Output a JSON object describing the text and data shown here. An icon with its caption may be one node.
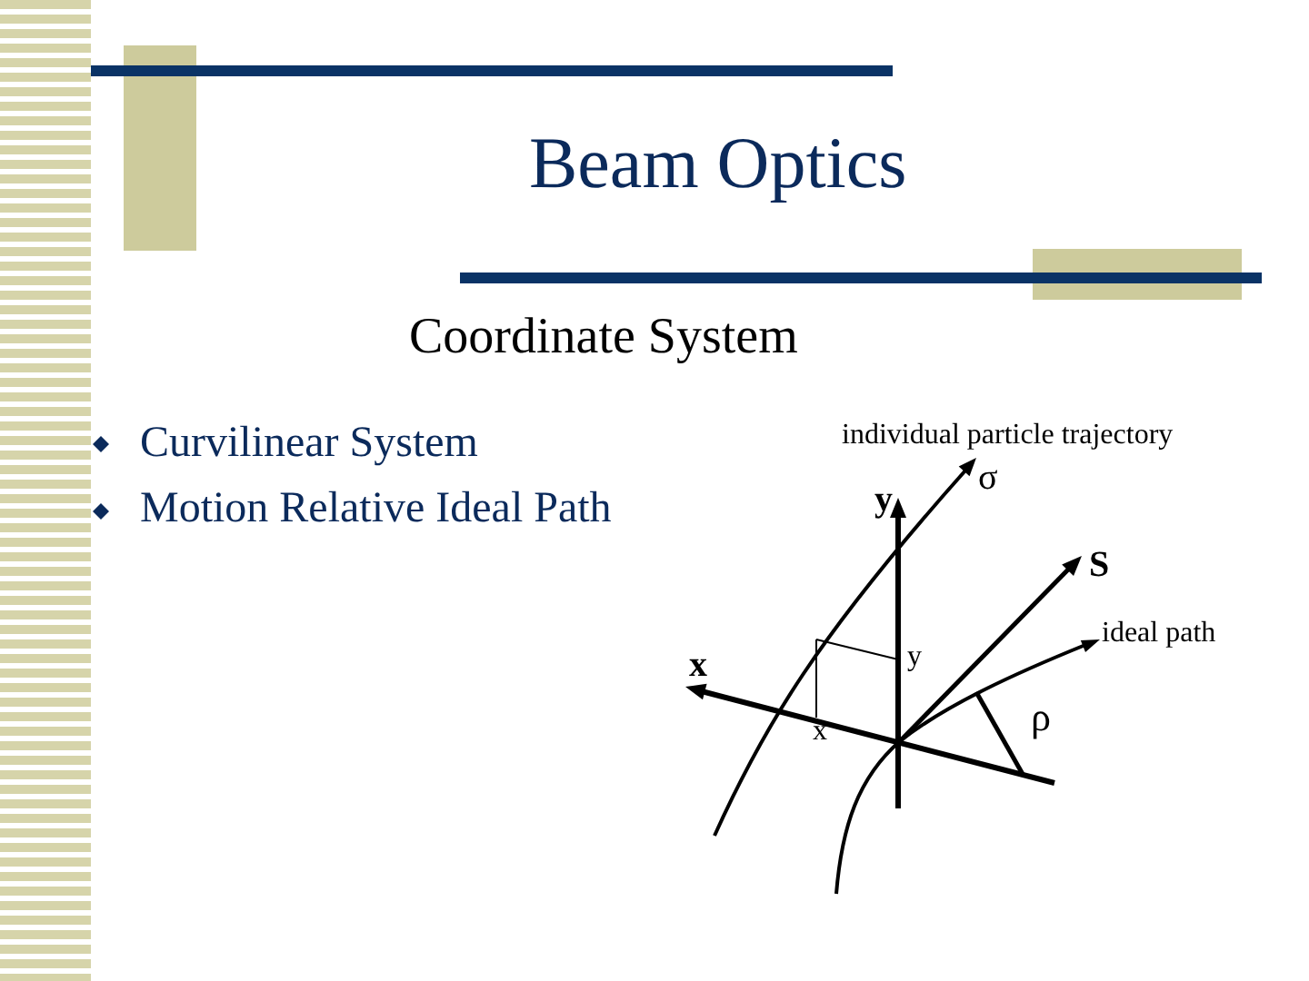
{
  "diagram": {
    "title": "Beam Optics",
    "labels": [
      "Coordinate System",
      "Curvilinear System",
      "Motion Relative Ideal Path",
      "individual particle trajectory",
      "y",
      "σ",
      "S",
      "ideal path",
      "x",
      "y",
      "x",
      "ρ"
    ]
  }
}
